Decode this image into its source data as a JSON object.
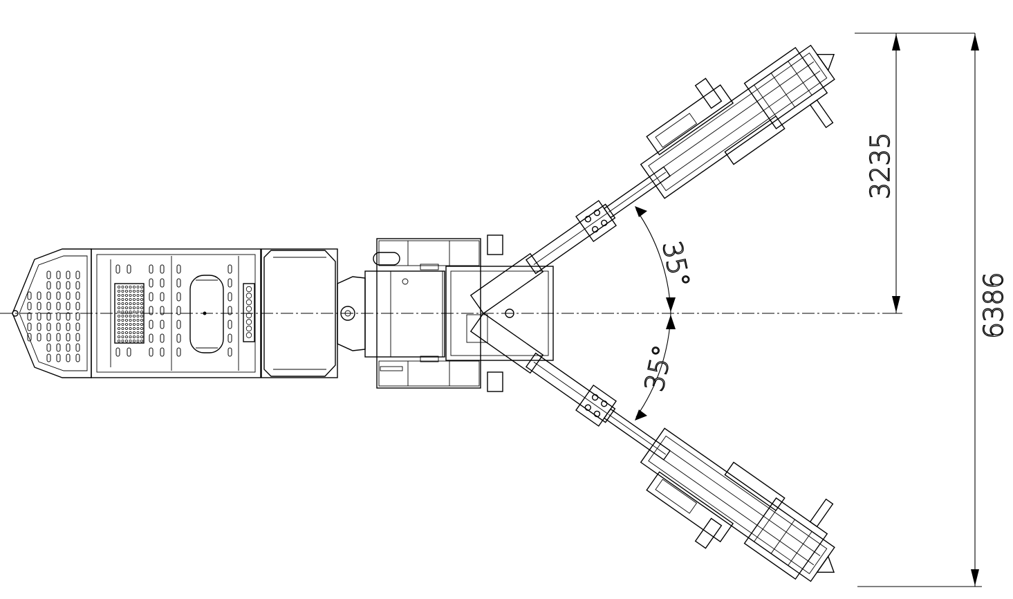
{
  "dimensions": {
    "boom_length": "3235",
    "total_width": "6386"
  },
  "angles": {
    "upper_boom": "35°",
    "lower_boom": "35°"
  }
}
